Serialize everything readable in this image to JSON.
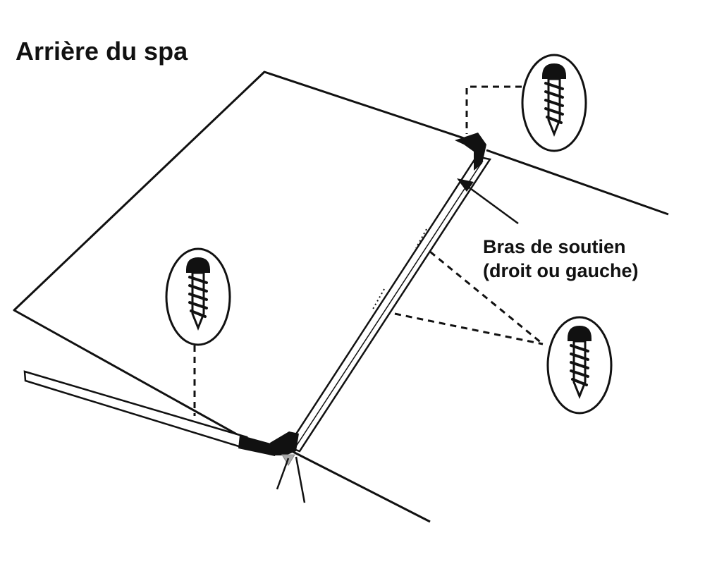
{
  "title": "Arrière du spa",
  "callout": {
    "line1": "Bras de soutien",
    "line2": "(droit ou gauche)"
  },
  "icons": {
    "screw": "screw-icon"
  },
  "colors": {
    "line": "#111111",
    "background": "#ffffff"
  }
}
